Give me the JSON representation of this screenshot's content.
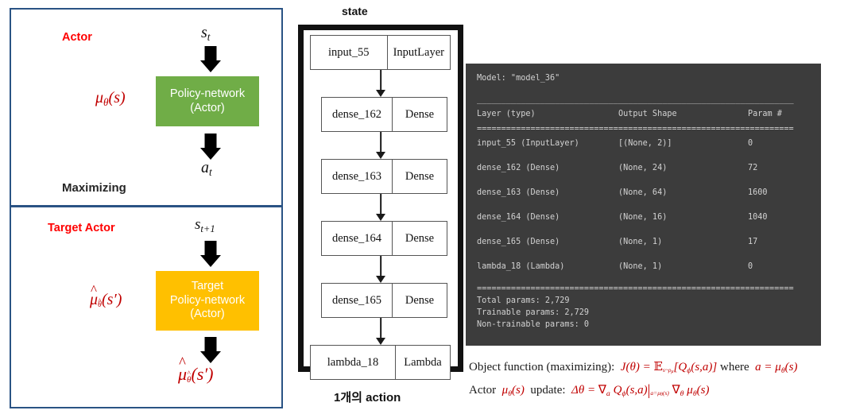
{
  "actor_panel": {
    "top": {
      "heading": "Actor",
      "input_symbol": "s",
      "input_sub": "t",
      "side_label_mu": "μ",
      "side_label_sub": "θ",
      "side_label_arg": "(s)",
      "box_line1": "Policy-network",
      "box_line2": "(Actor)",
      "box_color": "#70AD47",
      "output_symbol": "a",
      "output_sub": "t"
    },
    "middle_label": "Maximizing",
    "bottom": {
      "heading": "Target Actor",
      "input_symbol": "s",
      "input_sub": "t+1",
      "side_label_mu": "μ",
      "side_label_sub": "θ",
      "side_label_arg": "(s′)",
      "box_line1": "Target",
      "box_line2": "Policy-network",
      "box_line3": "(Actor)",
      "box_color": "#FFC000",
      "output_mu": "μ",
      "output_sub": "θ",
      "output_arg": "(s′)"
    },
    "border_color": "#2A5384",
    "heading_color": "#FF0000",
    "math_color": "#C00000"
  },
  "graph_panel": {
    "top_label": "state",
    "bottom_label": "1개의 action",
    "nodes": [
      {
        "name": "input_55",
        "type": "InputLayer"
      },
      {
        "name": "dense_162",
        "type": "Dense"
      },
      {
        "name": "dense_163",
        "type": "Dense"
      },
      {
        "name": "dense_164",
        "type": "Dense"
      },
      {
        "name": "dense_165",
        "type": "Dense"
      },
      {
        "name": "lambda_18",
        "type": "Lambda"
      }
    ]
  },
  "model_summary": {
    "title": "Model: \"model_36\"",
    "rule_dash": "_________________________________________________________________",
    "rule_eq": "=================================================================",
    "headers": {
      "layer": "Layer (type)",
      "shape": "Output Shape",
      "params": "Param #"
    },
    "rows": [
      {
        "layer": "input_55 (InputLayer)",
        "shape": "[(None, 2)]",
        "params": "0"
      },
      {
        "layer": "dense_162 (Dense)",
        "shape": "(None, 24)",
        "params": "72"
      },
      {
        "layer": "dense_163 (Dense)",
        "shape": "(None, 64)",
        "params": "1600"
      },
      {
        "layer": "dense_164 (Dense)",
        "shape": "(None, 16)",
        "params": "1040"
      },
      {
        "layer": "dense_165 (Dense)",
        "shape": "(None, 1)",
        "params": "17"
      },
      {
        "layer": "lambda_18 (Lambda)",
        "shape": "(None, 1)",
        "params": "0"
      }
    ],
    "totals": {
      "total": "Total params: 2,729",
      "trainable": "Trainable params: 2,729",
      "non_trainable": "Non-trainable params: 0"
    },
    "bg_color": "#3C3C3C",
    "fg_color": "#D2D2D2"
  },
  "formulas": {
    "line1_prefix": "Object function (maximizing):",
    "line1_where": "where",
    "line2_prefix_a": "Actor",
    "line2_prefix_b": "update:",
    "equation_color": "#C00000"
  }
}
